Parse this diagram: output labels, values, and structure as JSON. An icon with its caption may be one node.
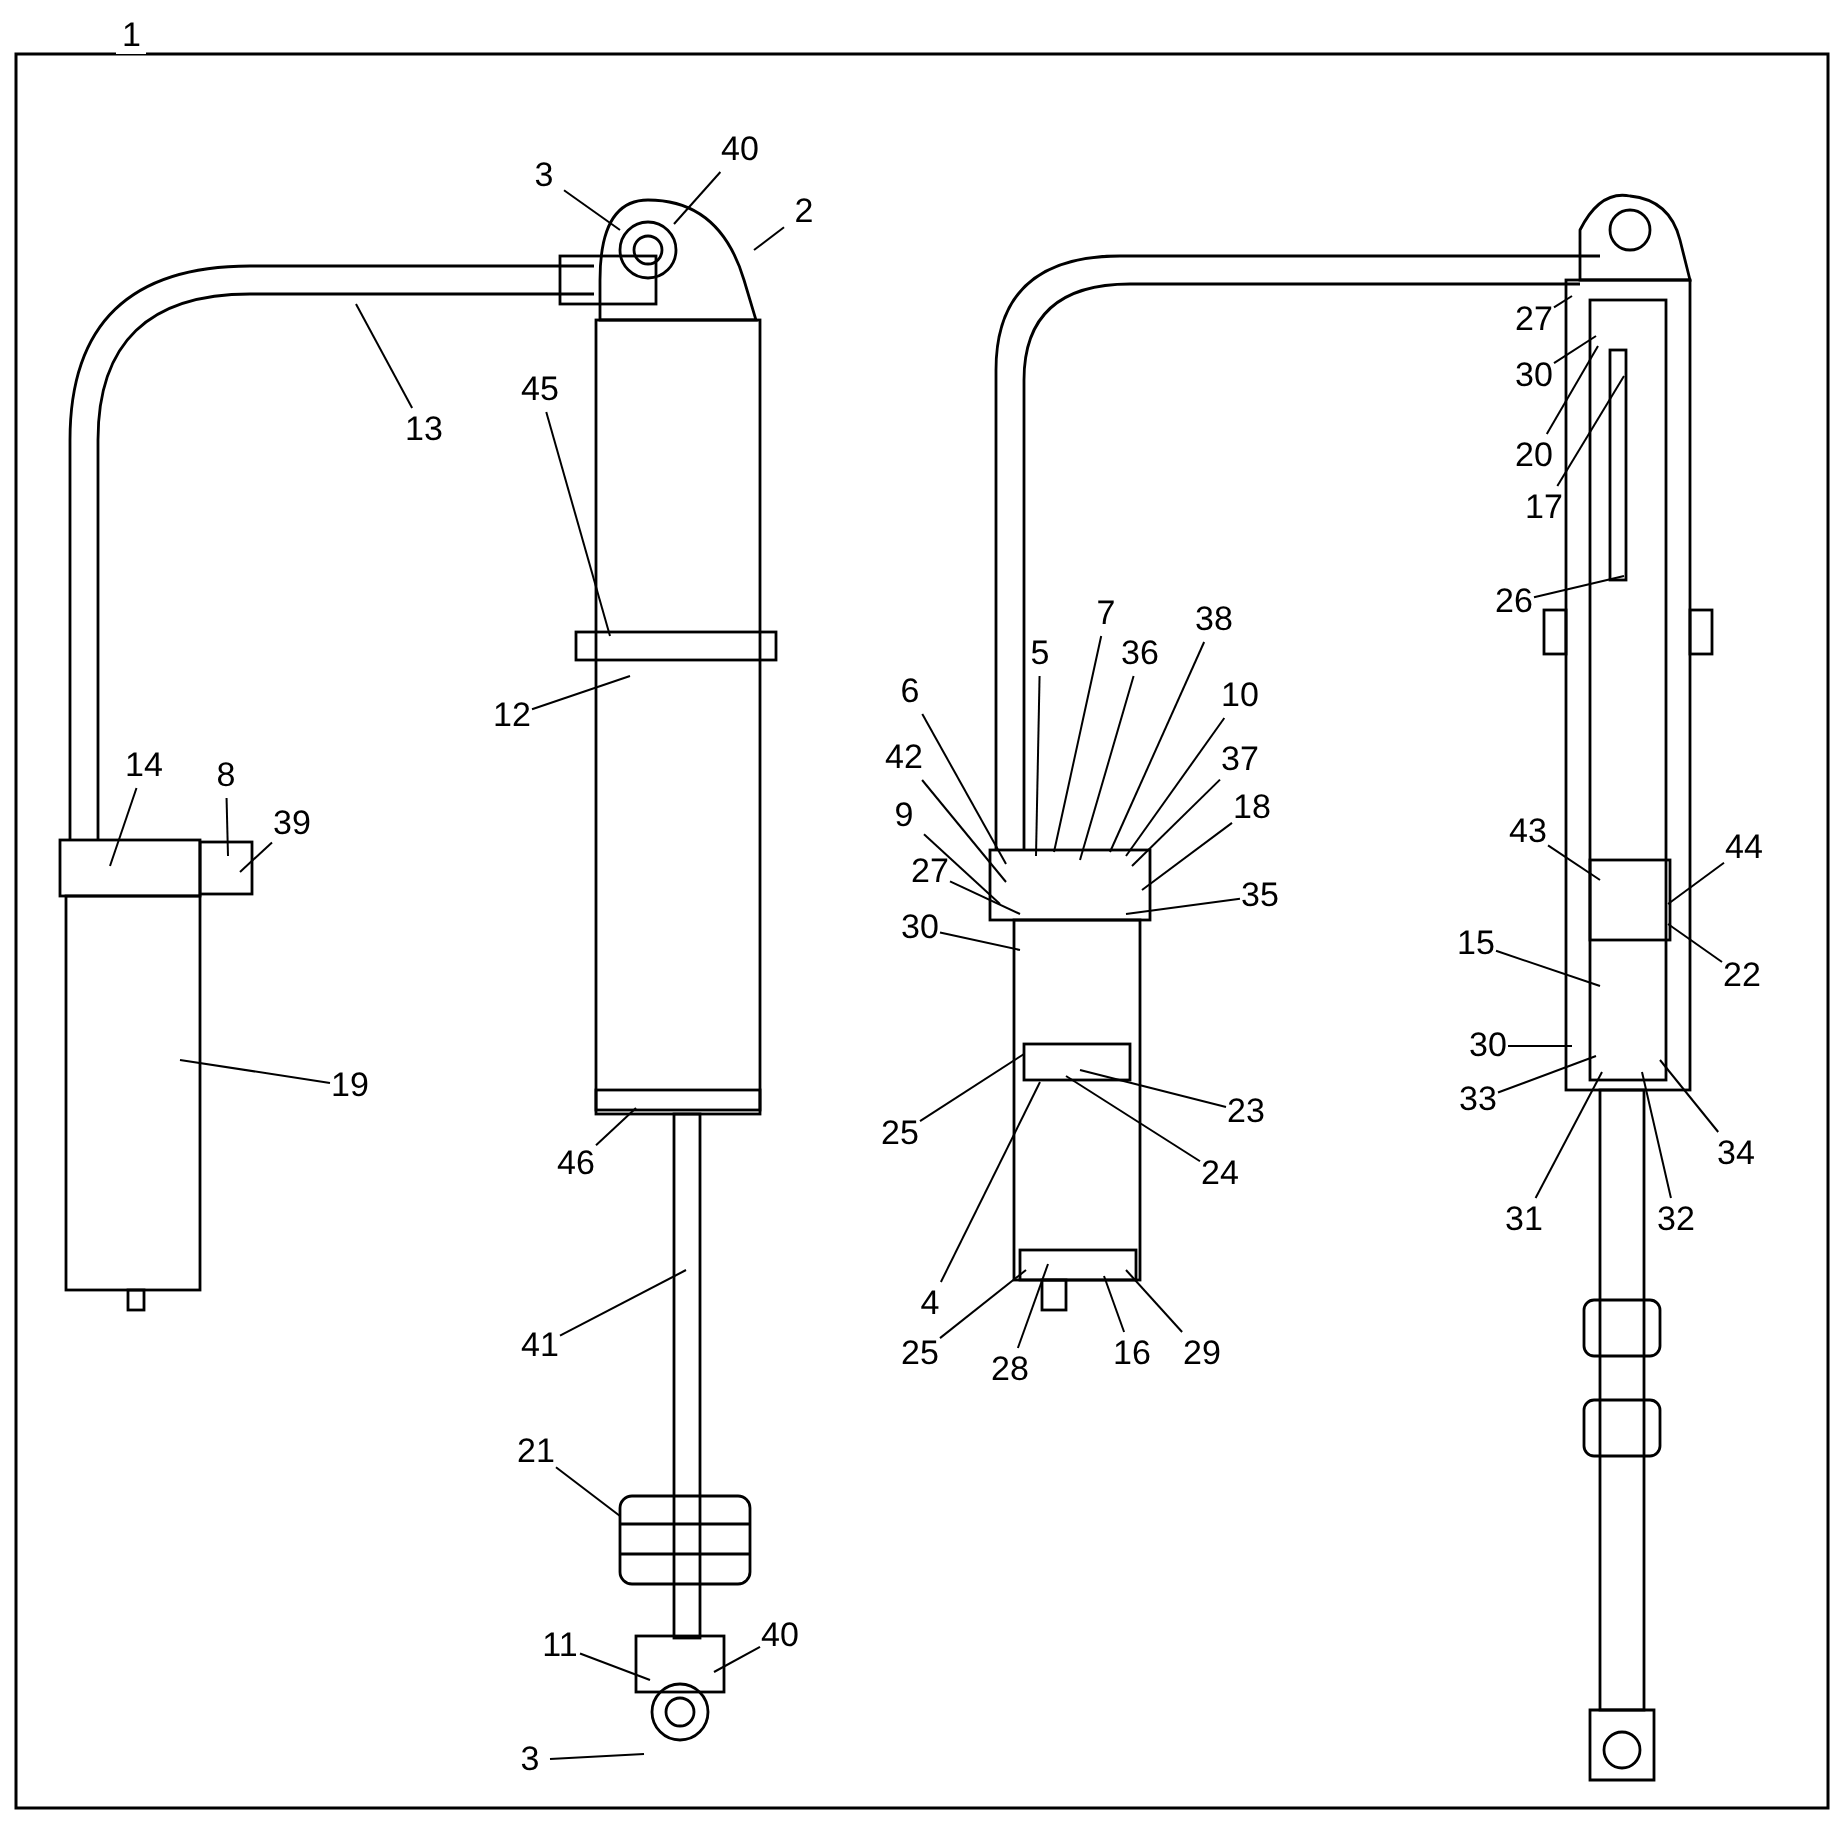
{
  "diagram": {
    "nodes": [
      {
        "text": [
          "3"
        ]
      },
      {
        "text": [
          "40"
        ]
      },
      {
        "text": [
          "2"
        ]
      },
      {
        "text": [
          "13"
        ]
      },
      {
        "text": [
          "45"
        ]
      },
      {
        "text": [
          "12"
        ]
      },
      {
        "text": [
          "14"
        ]
      },
      {
        "text": [
          "8"
        ]
      },
      {
        "text": [
          "39"
        ]
      },
      {
        "text": [
          "19"
        ]
      },
      {
        "text": [
          "46"
        ]
      },
      {
        "text": [
          "41"
        ]
      },
      {
        "text": [
          "21"
        ]
      },
      {
        "text": [
          "11"
        ]
      },
      {
        "text": [
          "40"
        ]
      },
      {
        "text": [
          "3"
        ]
      },
      {
        "text": [
          "7"
        ]
      },
      {
        "text": [
          "5"
        ]
      },
      {
        "text": [
          "36"
        ]
      },
      {
        "text": [
          "38"
        ]
      },
      {
        "text": [
          "10"
        ]
      },
      {
        "text": [
          "6"
        ]
      },
      {
        "text": [
          "37"
        ]
      },
      {
        "text": [
          "42"
        ]
      },
      {
        "text": [
          "18"
        ]
      },
      {
        "text": [
          "9"
        ]
      },
      {
        "text": [
          "27"
        ]
      },
      {
        "text": [
          "35"
        ]
      },
      {
        "text": [
          "30"
        ]
      },
      {
        "text": [
          "25"
        ]
      },
      {
        "text": [
          "23"
        ]
      },
      {
        "text": [
          "24"
        ]
      },
      {
        "text": [
          "4"
        ]
      },
      {
        "text": [
          "25"
        ]
      },
      {
        "text": [
          "28"
        ]
      },
      {
        "text": [
          "16"
        ]
      },
      {
        "text": [
          "29"
        ]
      },
      {
        "text": [
          "27"
        ]
      },
      {
        "text": [
          "30"
        ]
      },
      {
        "text": [
          "20"
        ]
      },
      {
        "text": [
          "17"
        ]
      },
      {
        "text": [
          "26"
        ]
      },
      {
        "text": [
          "43"
        ]
      },
      {
        "text": [
          "44"
        ]
      },
      {
        "text": [
          "15"
        ]
      },
      {
        "text": [
          "22"
        ]
      },
      {
        "text": [
          "30"
        ]
      },
      {
        "text": [
          "33"
        ]
      },
      {
        "text": [
          "34"
        ]
      },
      {
        "text": [
          "31"
        ]
      },
      {
        "text": [
          "32"
        ]
      }
    ],
    "edges": [
      {
        "from": 0,
        "to": null,
        "arrow": "none"
      },
      {
        "from": 1,
        "to": null,
        "arrow": "none"
      },
      {
        "from": 2,
        "to": null,
        "arrow": "none"
      },
      {
        "from": 3,
        "to": null,
        "arrow": "none"
      },
      {
        "from": 4,
        "to": null,
        "arrow": "none"
      },
      {
        "from": 5,
        "to": null,
        "arrow": "none"
      },
      {
        "from": 6,
        "to": null,
        "arrow": "none"
      },
      {
        "from": 7,
        "to": null,
        "arrow": "none"
      },
      {
        "from": 8,
        "to": null,
        "arrow": "none"
      },
      {
        "from": 9,
        "to": null,
        "arrow": "none"
      },
      {
        "from": 10,
        "to": null,
        "arrow": "none"
      },
      {
        "from": 11,
        "to": null,
        "arrow": "none"
      },
      {
        "from": 12,
        "to": null,
        "arrow": "none"
      },
      {
        "from": 13,
        "to": null,
        "arrow": "none"
      },
      {
        "from": 14,
        "to": null,
        "arrow": "none"
      },
      {
        "from": 15,
        "to": null,
        "arrow": "none"
      },
      {
        "from": 16,
        "to": null,
        "arrow": "none"
      },
      {
        "from": 17,
        "to": null,
        "arrow": "none"
      },
      {
        "from": 18,
        "to": null,
        "arrow": "none"
      },
      {
        "from": 19,
        "to": null,
        "arrow": "none"
      },
      {
        "from": 20,
        "to": null,
        "arrow": "none"
      },
      {
        "from": 21,
        "to": null,
        "arrow": "none"
      },
      {
        "from": 22,
        "to": null,
        "arrow": "none"
      },
      {
        "from": 23,
        "to": null,
        "arrow": "none"
      },
      {
        "from": 24,
        "to": null,
        "arrow": "none"
      },
      {
        "from": 25,
        "to": null,
        "arrow": "none"
      },
      {
        "from": 26,
        "to": null,
        "arrow": "none"
      },
      {
        "from": 27,
        "to": null,
        "arrow": "none"
      },
      {
        "from": 28,
        "to": null,
        "arrow": "none"
      },
      {
        "from": 29,
        "to": null,
        "arrow": "none"
      },
      {
        "from": 30,
        "to": null,
        "arrow": "none"
      },
      {
        "from": 31,
        "to": null,
        "arrow": "none"
      },
      {
        "from": 32,
        "to": null,
        "arrow": "none"
      },
      {
        "from": 33,
        "to": null,
        "arrow": "none"
      },
      {
        "from": 34,
        "to": null,
        "arrow": "none"
      },
      {
        "from": 35,
        "to": null,
        "arrow": "none"
      },
      {
        "from": 36,
        "to": null,
        "arrow": "none"
      },
      {
        "from": 37,
        "to": null,
        "arrow": "none"
      },
      {
        "from": 38,
        "to": null,
        "arrow": "none"
      },
      {
        "from": 39,
        "to": null,
        "arrow": "none"
      },
      {
        "from": 40,
        "to": null,
        "arrow": "none"
      },
      {
        "from": 41,
        "to": null,
        "arrow": "none"
      },
      {
        "from": 42,
        "to": null,
        "arrow": "none"
      },
      {
        "from": 43,
        "to": null,
        "arrow": "none"
      },
      {
        "from": 44,
        "to": null,
        "arrow": "none"
      },
      {
        "from": 45,
        "to": null,
        "arrow": "none"
      },
      {
        "from": 46,
        "to": null,
        "arrow": "none"
      },
      {
        "from": 47,
        "to": null,
        "arrow": "none"
      },
      {
        "from": 48,
        "to": null,
        "arrow": "none"
      },
      {
        "from": 49,
        "to": null,
        "arrow": "none"
      },
      {
        "from": 50,
        "to": null,
        "arrow": "none"
      }
    ],
    "labels": [
      "1"
    ]
  }
}
